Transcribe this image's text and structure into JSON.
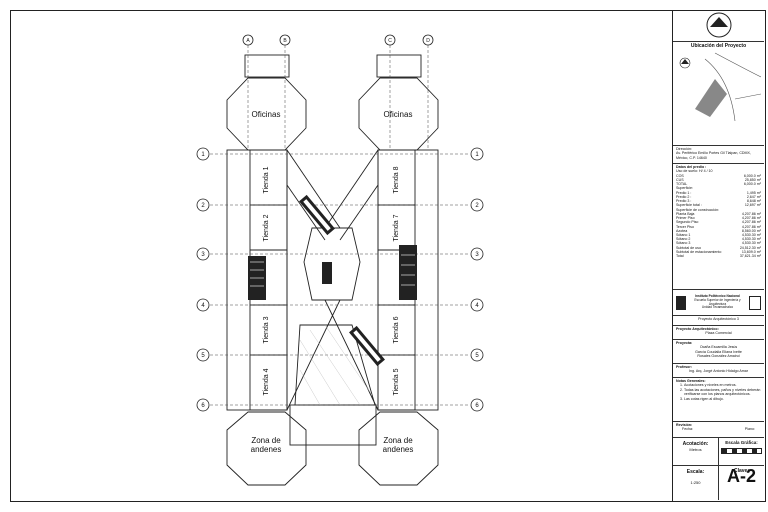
{
  "drawing": {
    "rooms": {
      "oficinas_left": "Oficinas",
      "oficinas_right": "Oficinas",
      "zona_left": [
        "Zona de",
        "andenes"
      ],
      "zona_right": [
        "Zona de",
        "andenes"
      ],
      "tienda_1": "Tienda 1",
      "tienda_2": "Tienda 2",
      "tienda_3": "Tienda 3",
      "tienda_4": "Tienda 4",
      "tienda_5": "Tienda 5",
      "tienda_6": "Tienda 6",
      "tienda_7": "Tienda 7",
      "tienda_8": "Tienda 8"
    },
    "axes_rows": [
      "1",
      "2",
      "3",
      "4",
      "5",
      "6"
    ],
    "axes_cols": [
      "A",
      "B",
      "C",
      "D"
    ]
  },
  "title_block": {
    "ubicacion_title": "Ubicación del Proyecto",
    "direccion_label": "Dirección:",
    "direccion": "Av. Periférico Emilio Portes Gil Tlalpan, CDMX, México, C.P. 14640",
    "datos_title": "Datos del predio :",
    "uso_suelo": "Uso de suelo: H/ 4 / 10",
    "params": [
      {
        "k": "COS",
        "v": "6,000.0 m²"
      },
      {
        "k": "CUS",
        "v": "25,850 m²"
      },
      {
        "k": "TOTAL",
        "v": "6,000.0 m²"
      }
    ],
    "superficie_label": "Superficie:",
    "predios": [
      {
        "k": "Predio 1 :",
        "v": "1,495 m²"
      },
      {
        "k": "Predio 2 :",
        "v": "2,647 m²"
      },
      {
        "k": "Predio 3 :",
        "v": "8,648 m²"
      },
      {
        "k": "Superficie total :",
        "v": "12,697 m²"
      }
    ],
    "construccion_label": "Superficie de construcción:",
    "plantas": [
      {
        "k": "Planta Baja",
        "v": "4,207.86 m²"
      },
      {
        "k": "Primer Piso",
        "v": "4,207.86 m²"
      },
      {
        "k": "Segundo Piso",
        "v": "4,207.86 m²"
      },
      {
        "k": "Tercer Piso",
        "v": "4,207.86 m²"
      },
      {
        "k": "Azotea",
        "v": "8,560.00 m²"
      },
      {
        "k": "Sótano 1",
        "v": "4,530.30 m²"
      },
      {
        "k": "Sótano 2",
        "v": "4,530.30 m²"
      },
      {
        "k": "Sótano 3",
        "v": "4,530.30 m²"
      },
      {
        "k": "Subtotal de uso",
        "v": "24,512.30 m²"
      },
      {
        "k": "Subtotal de estacionamiento",
        "v": "13,609.0 m²"
      },
      {
        "k": "Total",
        "v": "37,621.34 m²"
      }
    ],
    "institution": [
      "Instituto Politécnico Nacional",
      "Escuela Superior de Ingeniería y",
      "Arquitectura",
      "Unidad Tecamachalco"
    ],
    "materia": "Proyecto Arquitectónico 3",
    "proyecto_label": "Proyecto Arquitectónico:",
    "proyecto": "Plaza Comercial",
    "proyecta_label": "Proyecta:",
    "proyecta": [
      "Ocaña Escamilla Jesús",
      "García Coudalia Eliana Ivette",
      "Rosales González Amairui"
    ],
    "profesor_label": "Profesor:",
    "profesor": "Ing. Arq. Jorgé Antonio Hidalgo Amar",
    "notas_label": "Notas Generales:",
    "notas": [
      "Acotaciones y niveles en metros.",
      "Todas las acotaciones, paños y niveles deberán verificarse con los planos arquitectónicos.",
      "Las cotas rigen al dibujo."
    ],
    "revision_label": "Revisión:",
    "fecha_label": "Fecha:",
    "plano_label": "Plano:",
    "acotacion_label": "Acotación:",
    "acotacion": "Metros",
    "escala_grafica_label": "Escala Gráfica:",
    "escala_label": "Escala:",
    "escala": "1:250",
    "clave_label": "Clave:",
    "clave": "A-2"
  }
}
